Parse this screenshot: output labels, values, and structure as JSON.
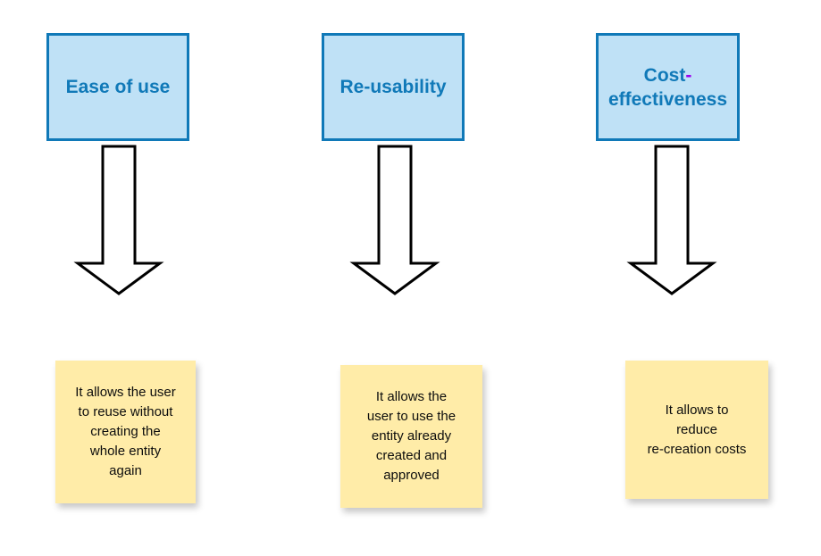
{
  "diagram": {
    "type": "three-column-benefit-flow",
    "background_color": "#ffffff",
    "palette": {
      "header_fill": "#bfe1f6",
      "header_border": "#1079b8",
      "header_text": "#1079b8",
      "accent_hyphen": "#9900ee",
      "note_fill": "#ffeca8",
      "note_text": "#0d0d0d",
      "arrow_fill": "#ffffff",
      "arrow_stroke": "#000000"
    },
    "columns": [
      {
        "header": "Ease of use",
        "header_pre": "Ease of use",
        "header_accent": "",
        "header_post": "",
        "arrow_name": "down-arrow-icon",
        "note": "It allows the user\nto reuse without\ncreating the\nwhole entity\nagain"
      },
      {
        "header": "Re-usability",
        "header_pre": "Re-usability",
        "header_accent": "",
        "header_post": "",
        "arrow_name": "down-arrow-icon",
        "note": "It allows the\nuser to use the\nentity already\ncreated and\napproved"
      },
      {
        "header": "Cost-effectiveness",
        "header_pre": "Cost",
        "header_accent": "-",
        "header_post": "effectiveness",
        "arrow_name": "down-arrow-icon",
        "note": "It allows to\nreduce\nre-creation costs"
      }
    ]
  }
}
